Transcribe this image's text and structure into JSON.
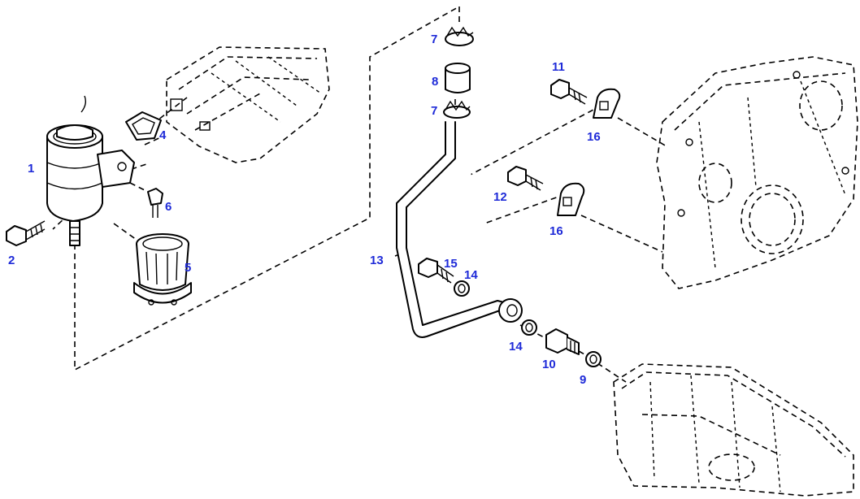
{
  "colors": {
    "callout": "#1f2bd8",
    "line": "#000000",
    "background": "#ffffff"
  },
  "callouts": {
    "c1": "1",
    "c2": "2",
    "c4": "4",
    "c5": "5",
    "c6": "6",
    "c7a": "7",
    "c7b": "7",
    "c8": "8",
    "c9": "9",
    "c10": "10",
    "c11": "11",
    "c12": "12",
    "c13": "13",
    "c14a": "14",
    "c14b": "14",
    "c15": "15",
    "c16a": "16",
    "c16b": "16"
  }
}
